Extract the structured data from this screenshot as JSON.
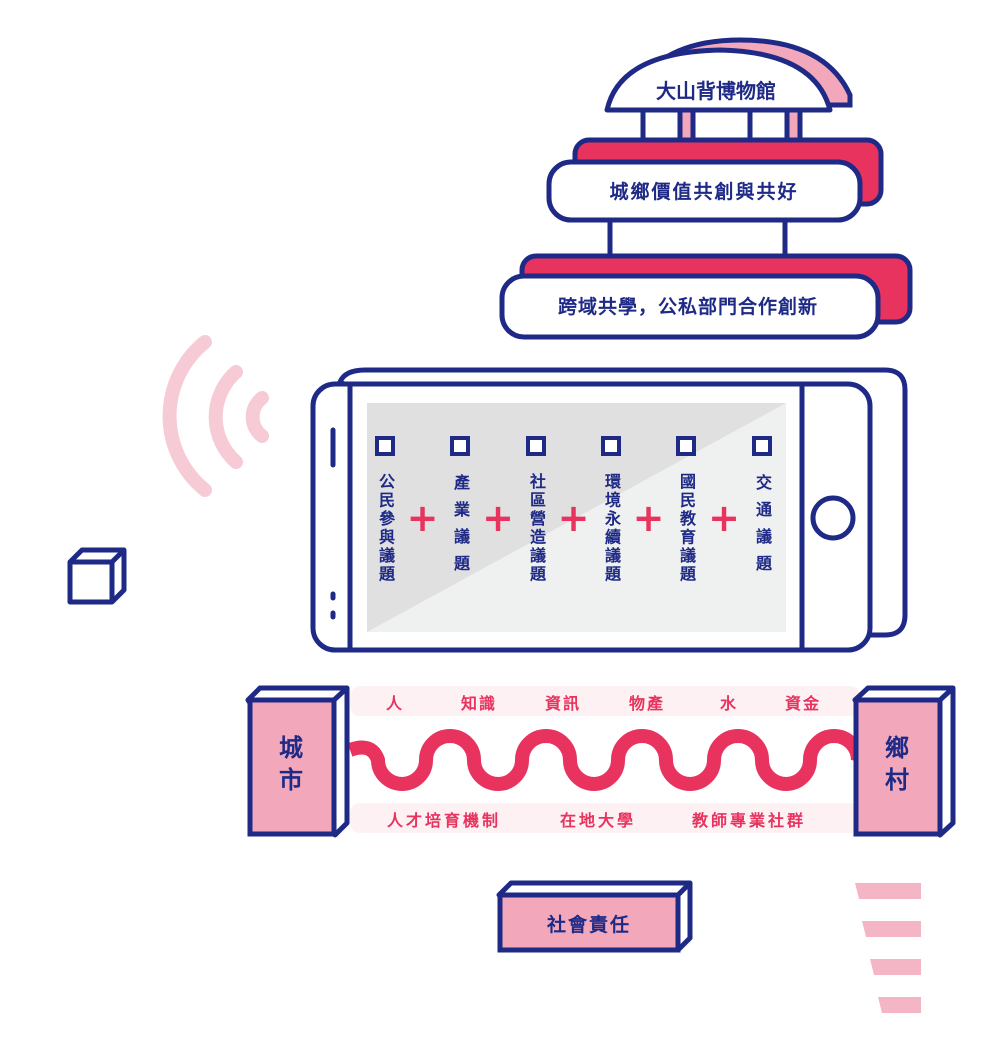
{
  "colors": {
    "navy": "#1e2a86",
    "pink": "#e8335e",
    "light_pink": "#f2a7bb",
    "pale_pink": "#fdf1f4"
  },
  "museum": {
    "title": "大山背博物館"
  },
  "banners": [
    "城鄉價值共創與共好",
    "跨域共學，公私部門合作創新"
  ],
  "phone": {
    "issues": [
      "公民參與議題",
      "產業議題",
      "社區營造議題",
      "環境永續議題",
      "國民教育議題",
      "交通議題"
    ],
    "connector": "+"
  },
  "flow": {
    "left": "城市",
    "right": "鄉村",
    "top_items": [
      "人",
      "知識",
      "資訊",
      "物產",
      "水",
      "資金"
    ],
    "bottom_items": [
      "人才培育機制",
      "在地大學",
      "教師專業社群"
    ]
  },
  "footer_box": "社會責任"
}
